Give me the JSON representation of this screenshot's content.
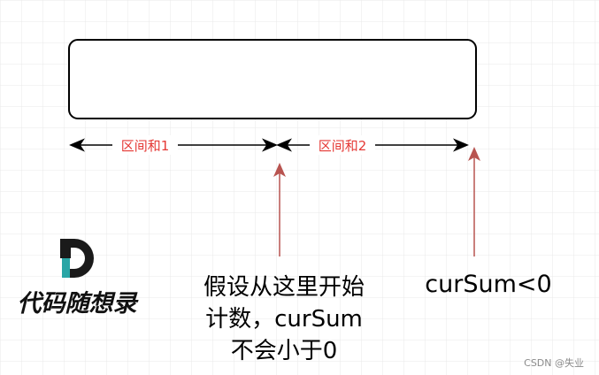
{
  "diagram": {
    "interval_1_label": "区间和1",
    "interval_2_label": "区间和2",
    "start_note": [
      "假设从这里开始",
      "计数，curSum",
      "不会小于0"
    ],
    "cur_sum_note": "curSum<0",
    "logo_text": "代码随想录",
    "watermark": "CSDN @失业"
  },
  "colors": {
    "grid": "#e6e6e6",
    "label_red": "#e53935",
    "arrow_red": "#b85450",
    "line": "#000000",
    "logo_teal": "#2aa6a6"
  }
}
